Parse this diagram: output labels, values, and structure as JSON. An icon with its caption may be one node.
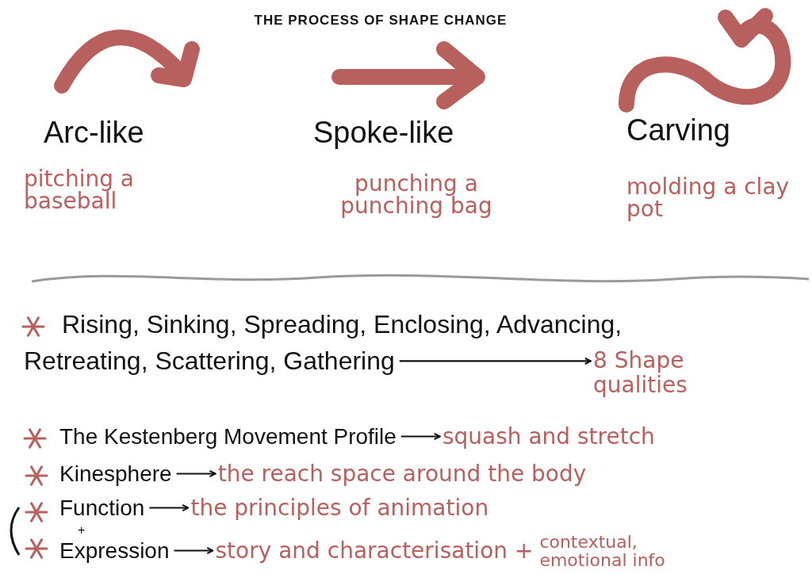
{
  "diagram": {
    "title": "THE PROCESS OF SHAPE CHANGE",
    "nodes": [
      {
        "text": [
          "Rising, Sinking, Spreading, Enclosing, Advancing, Retreating, Scattering, Gathering"
        ]
      },
      {
        "text": [
          "8 Shape qualities"
        ]
      },
      {
        "text": [
          "The Kestenberg Movement Profile"
        ]
      },
      {
        "text": [
          "squash and stretch"
        ]
      },
      {
        "text": [
          "Kinesphere"
        ]
      },
      {
        "text": [
          "the reach space around the body"
        ]
      },
      {
        "text": [
          "Function"
        ]
      },
      {
        "text": [
          "the principles of animation"
        ]
      },
      {
        "text": [
          "Expression"
        ]
      },
      {
        "text": [
          "story and characterisation +",
          "contextual, emotional info"
        ]
      }
    ],
    "edges": [
      {
        "from": 0,
        "to": 1,
        "arrow": "to"
      },
      {
        "from": 2,
        "to": 3,
        "arrow": "to"
      },
      {
        "from": 4,
        "to": 5,
        "arrow": "to"
      },
      {
        "from": 6,
        "to": 7,
        "arrow": "to"
      },
      {
        "from": 8,
        "to": 9,
        "arrow": "to"
      }
    ],
    "labels": [
      "Arc-like",
      "pitching a baseball",
      "Spoke-like",
      "punching a punching bag",
      "Carving",
      "molding a clay pot",
      "+"
    ]
  }
}
